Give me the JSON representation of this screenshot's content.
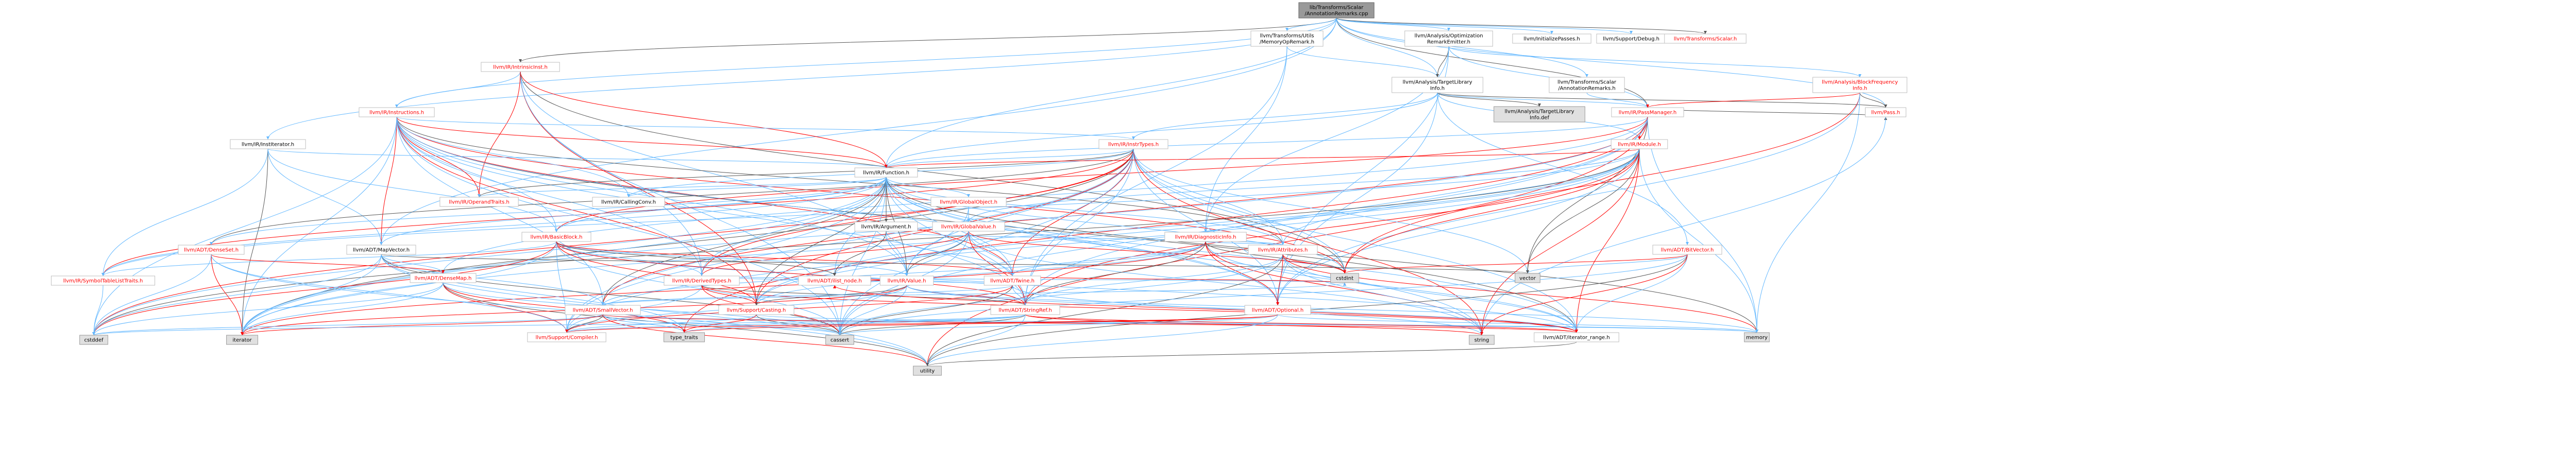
{
  "colors": {
    "root_fill": "#999999",
    "node_fill": "#ffffff",
    "node_stroke": "#bfbfbf",
    "missing_fill": "#e0e0e0",
    "missing_stroke": "#999999",
    "red_text": "#ff0000",
    "edge_default": "#63b8ff"
  },
  "nodes": [
    {
      "id": "root",
      "lines": [
        "lib/Transforms/Scalar",
        "/AnnotationRemarks.cpp"
      ],
      "kind": "root"
    },
    {
      "id": "intrinsic",
      "lines": [
        "llvm/IR/IntrinsicInst.h"
      ],
      "kind": "red"
    },
    {
      "id": "utilsmem",
      "lines": [
        "llvm/Transforms/Utils",
        "/MemoryOpRemark.h"
      ],
      "kind": "plain"
    },
    {
      "id": "optremark",
      "lines": [
        "llvm/Analysis/Optimization",
        "RemarkEmitter.h"
      ],
      "kind": "plain"
    },
    {
      "id": "initpasses",
      "lines": [
        "llvm/InitializePasses.h"
      ],
      "kind": "plain"
    },
    {
      "id": "debug",
      "lines": [
        "llvm/Support/Debug.h"
      ],
      "kind": "plain"
    },
    {
      "id": "scalar",
      "lines": [
        "llvm/Transforms/Scalar.h"
      ],
      "kind": "red"
    },
    {
      "id": "tli",
      "lines": [
        "llvm/Analysis/TargetLibrary",
        "Info.h"
      ],
      "kind": "plain"
    },
    {
      "id": "annrem",
      "lines": [
        "llvm/Transforms/Scalar",
        "/AnnotationRemarks.h"
      ],
      "kind": "plain"
    },
    {
      "id": "bfi",
      "lines": [
        "llvm/Analysis/BlockFrequency",
        "Info.h"
      ],
      "kind": "red"
    },
    {
      "id": "instructions",
      "lines": [
        "llvm/IR/Instructions.h"
      ],
      "kind": "red"
    },
    {
      "id": "tlidef",
      "lines": [
        "llvm/Analysis/TargetLibrary",
        "Info.def"
      ],
      "kind": "missing"
    },
    {
      "id": "passmanager",
      "lines": [
        "llvm/IR/PassManager.h"
      ],
      "kind": "red"
    },
    {
      "id": "pass",
      "lines": [
        "llvm/Pass.h"
      ],
      "kind": "red"
    },
    {
      "id": "institer",
      "lines": [
        "llvm/IR/InstIterator.h"
      ],
      "kind": "plain"
    },
    {
      "id": "insttypes",
      "lines": [
        "llvm/IR/InstrTypes.h"
      ],
      "kind": "red"
    },
    {
      "id": "module",
      "lines": [
        "llvm/IR/Module.h"
      ],
      "kind": "red"
    },
    {
      "id": "function",
      "lines": [
        "llvm/IR/Function.h"
      ],
      "kind": "plain"
    },
    {
      "id": "optraits",
      "lines": [
        "llvm/IR/OperandTraits.h"
      ],
      "kind": "red"
    },
    {
      "id": "callconv",
      "lines": [
        "llvm/IR/CallingConv.h"
      ],
      "kind": "plain"
    },
    {
      "id": "globalobj",
      "lines": [
        "llvm/IR/GlobalObject.h"
      ],
      "kind": "red"
    },
    {
      "id": "globalval",
      "lines": [
        "llvm/IR/GlobalValue.h"
      ],
      "kind": "red"
    },
    {
      "id": "argument",
      "lines": [
        "llvm/IR/Argument.h"
      ],
      "kind": "plain"
    },
    {
      "id": "basicblock",
      "lines": [
        "llvm/IR/BasicBlock.h"
      ],
      "kind": "red"
    },
    {
      "id": "diaginfo",
      "lines": [
        "llvm/IR/DiagnosticInfo.h"
      ],
      "kind": "red"
    },
    {
      "id": "attributes",
      "lines": [
        "llvm/IR/Attributes.h"
      ],
      "kind": "red"
    },
    {
      "id": "bitvector",
      "lines": [
        "llvm/ADT/BitVector.h"
      ],
      "kind": "red"
    },
    {
      "id": "mapvector",
      "lines": [
        "llvm/ADT/MapVector.h"
      ],
      "kind": "plain"
    },
    {
      "id": "densemap",
      "lines": [
        "llvm/ADT/DenseMap.h"
      ],
      "kind": "red"
    },
    {
      "id": "denseset",
      "lines": [
        "llvm/ADT/DenseSet.h"
      ],
      "kind": "red"
    },
    {
      "id": "symtab",
      "lines": [
        "llvm/IR/SymbolTableListTraits.h"
      ],
      "kind": "red"
    },
    {
      "id": "derivedtypes",
      "lines": [
        "llvm/IR/DerivedTypes.h"
      ],
      "kind": "red"
    },
    {
      "id": "ilistnode",
      "lines": [
        "llvm/ADT/ilist_node.h"
      ],
      "kind": "red"
    },
    {
      "id": "value",
      "lines": [
        "llvm/IR/Value.h"
      ],
      "kind": "red"
    },
    {
      "id": "twine",
      "lines": [
        "llvm/ADT/Twine.h"
      ],
      "kind": "red"
    },
    {
      "id": "smallvector",
      "lines": [
        "llvm/ADT/SmallVector.h"
      ],
      "kind": "red"
    },
    {
      "id": "casting",
      "lines": [
        "llvm/Support/Casting.h"
      ],
      "kind": "red"
    },
    {
      "id": "stringref",
      "lines": [
        "llvm/ADT/StringRef.h"
      ],
      "kind": "red"
    },
    {
      "id": "optional",
      "lines": [
        "llvm/ADT/Optional.h"
      ],
      "kind": "red"
    },
    {
      "id": "iterrange",
      "lines": [
        "llvm/ADT/iterator_range.h"
      ],
      "kind": "plain"
    },
    {
      "id": "compiler",
      "lines": [
        "llvm/Support/Compiler.h"
      ],
      "kind": "red"
    },
    {
      "id": "cstddef",
      "lines": [
        "cstddef"
      ],
      "kind": "missing"
    },
    {
      "id": "iterator",
      "lines": [
        "iterator"
      ],
      "kind": "missing"
    },
    {
      "id": "typetraits",
      "lines": [
        "type_traits"
      ],
      "kind": "missing"
    },
    {
      "id": "cassert",
      "lines": [
        "cassert"
      ],
      "kind": "missing"
    },
    {
      "id": "utility",
      "lines": [
        "utility"
      ],
      "kind": "missing"
    },
    {
      "id": "cstdint",
      "lines": [
        "cstdint"
      ],
      "kind": "missing"
    },
    {
      "id": "vector",
      "lines": [
        "vector"
      ],
      "kind": "missing"
    },
    {
      "id": "string",
      "lines": [
        "string"
      ],
      "kind": "missing"
    },
    {
      "id": "memory",
      "lines": [
        "memory"
      ],
      "kind": "missing"
    }
  ],
  "edges": [
    [
      "root",
      "intrinsic"
    ],
    [
      "root",
      "utilsmem"
    ],
    [
      "root",
      "optremark"
    ],
    [
      "root",
      "initpasses"
    ],
    [
      "root",
      "debug"
    ],
    [
      "root",
      "scalar"
    ],
    [
      "root",
      "annrem"
    ],
    [
      "root",
      "institer"
    ],
    [
      "root",
      "function"
    ],
    [
      "root",
      "pass"
    ],
    [
      "root",
      "passmanager"
    ],
    [
      "root",
      "instructions"
    ],
    [
      "root",
      "tli"
    ],
    [
      "root",
      "mapvector"
    ],
    [
      "intrinsic",
      "instructions"
    ],
    [
      "intrinsic",
      "function"
    ],
    [
      "intrinsic",
      "derivedtypes"
    ],
    [
      "intrinsic",
      "value"
    ],
    [
      "intrinsic",
      "casting"
    ],
    [
      "intrinsic",
      "cassert"
    ],
    [
      "intrinsic",
      "cstdint"
    ],
    [
      "intrinsic",
      "optraits"
    ],
    [
      "utilsmem",
      "tli"
    ],
    [
      "utilsmem",
      "diaginfo"
    ],
    [
      "utilsmem",
      "stringref"
    ],
    [
      "optremark",
      "tli"
    ],
    [
      "optremark",
      "bfi"
    ],
    [
      "optremark",
      "diaginfo"
    ],
    [
      "optremark",
      "passmanager"
    ],
    [
      "optremark",
      "optional"
    ],
    [
      "tli",
      "tlidef"
    ],
    [
      "tli",
      "passmanager"
    ],
    [
      "tli",
      "module"
    ],
    [
      "tli",
      "insttypes"
    ],
    [
      "tli",
      "function"
    ],
    [
      "tli",
      "pass"
    ],
    [
      "tli",
      "optional"
    ],
    [
      "tli",
      "bitvector"
    ],
    [
      "annrem",
      "passmanager"
    ],
    [
      "bfi",
      "passmanager"
    ],
    [
      "bfi",
      "pass"
    ],
    [
      "bfi",
      "memory"
    ],
    [
      "bfi",
      "cstdint"
    ],
    [
      "bfi",
      "optional"
    ],
    [
      "instructions",
      "insttypes"
    ],
    [
      "instructions",
      "function"
    ],
    [
      "instructions",
      "basicblock"
    ],
    [
      "instructions",
      "derivedtypes"
    ],
    [
      "instructions",
      "optraits"
    ],
    [
      "instructions",
      "value"
    ],
    [
      "instructions",
      "attributes"
    ],
    [
      "instructions",
      "twine"
    ],
    [
      "instructions",
      "stringref"
    ],
    [
      "instructions",
      "smallvector"
    ],
    [
      "instructions",
      "casting"
    ],
    [
      "instructions",
      "iterrange"
    ],
    [
      "instructions",
      "optional"
    ],
    [
      "instructions",
      "mapvector"
    ],
    [
      "instructions",
      "cassert"
    ],
    [
      "instructions",
      "cstddef"
    ],
    [
      "instructions",
      "cstdint"
    ],
    [
      "instructions",
      "iterator"
    ],
    [
      "instructions",
      "callconv"
    ],
    [
      "passmanager",
      "module"
    ],
    [
      "passmanager",
      "function"
    ],
    [
      "passmanager",
      "pass"
    ],
    [
      "passmanager",
      "smallvector"
    ],
    [
      "passmanager",
      "densemap"
    ],
    [
      "passmanager",
      "stringref"
    ],
    [
      "passmanager",
      "typetraits"
    ],
    [
      "passmanager",
      "vector"
    ],
    [
      "passmanager",
      "memory"
    ],
    [
      "passmanager",
      "utility"
    ],
    [
      "passmanager",
      "cassert"
    ],
    [
      "passmanager",
      "iterator"
    ],
    [
      "passmanager",
      "basicblock"
    ],
    [
      "pass",
      "string"
    ],
    [
      "institer",
      "function"
    ],
    [
      "institer",
      "basicblock"
    ],
    [
      "institer",
      "symtab"
    ],
    [
      "institer",
      "iterator"
    ],
    [
      "institer",
      "mapvector"
    ],
    [
      "insttypes",
      "function"
    ],
    [
      "insttypes",
      "attributes"
    ],
    [
      "insttypes",
      "derivedtypes"
    ],
    [
      "insttypes",
      "optraits"
    ],
    [
      "insttypes",
      "value"
    ],
    [
      "insttypes",
      "twine"
    ],
    [
      "insttypes",
      "stringref"
    ],
    [
      "insttypes",
      "optional"
    ],
    [
      "insttypes",
      "casting"
    ],
    [
      "insttypes",
      "iterrange"
    ],
    [
      "insttypes",
      "cassert"
    ],
    [
      "insttypes",
      "cstddef"
    ],
    [
      "insttypes",
      "cstdint"
    ],
    [
      "insttypes",
      "iterator"
    ],
    [
      "insttypes",
      "string"
    ],
    [
      "insttypes",
      "vector"
    ],
    [
      "insttypes",
      "callconv"
    ],
    [
      "insttypes",
      "symtab"
    ],
    [
      "insttypes",
      "denseset"
    ],
    [
      "insttypes",
      "compiler"
    ],
    [
      "module",
      "function"
    ],
    [
      "module",
      "attributes"
    ],
    [
      "module",
      "globalval"
    ],
    [
      "module",
      "stringref"
    ],
    [
      "module",
      "casting"
    ],
    [
      "module",
      "compiler"
    ],
    [
      "module",
      "iterrange"
    ],
    [
      "module",
      "optional"
    ],
    [
      "module",
      "cstddef"
    ],
    [
      "module",
      "cstdint"
    ],
    [
      "module",
      "iterator"
    ],
    [
      "module",
      "memory"
    ],
    [
      "module",
      "string"
    ],
    [
      "module",
      "vector"
    ],
    [
      "module",
      "symtab"
    ],
    [
      "function",
      "optraits"
    ],
    [
      "function",
      "callconv"
    ],
    [
      "function",
      "globalobj"
    ],
    [
      "function",
      "argument"
    ],
    [
      "function",
      "basicblock"
    ],
    [
      "function",
      "attributes"
    ],
    [
      "function",
      "derivedtypes"
    ],
    [
      "function",
      "symtab"
    ],
    [
      "function",
      "value"
    ],
    [
      "function",
      "twine"
    ],
    [
      "function",
      "stringref"
    ],
    [
      "function",
      "ilistnode"
    ],
    [
      "function",
      "iterrange"
    ],
    [
      "function",
      "casting"
    ],
    [
      "function",
      "compiler"
    ],
    [
      "function",
      "cassert"
    ],
    [
      "function",
      "cstddef"
    ],
    [
      "function",
      "cstdint"
    ],
    [
      "function",
      "memory"
    ],
    [
      "function",
      "string"
    ],
    [
      "function",
      "denseset"
    ],
    [
      "function",
      "optional"
    ],
    [
      "function",
      "mapvector"
    ],
    [
      "function",
      "smallvector"
    ],
    [
      "function",
      "iterator"
    ],
    [
      "globalobj",
      "globalval"
    ],
    [
      "globalobj",
      "value"
    ],
    [
      "globalval",
      "derivedtypes"
    ],
    [
      "globalval",
      "value"
    ],
    [
      "globalval",
      "twine"
    ],
    [
      "globalval",
      "stringref"
    ],
    [
      "globalval",
      "casting"
    ],
    [
      "globalval",
      "cassert"
    ],
    [
      "globalval",
      "cstdint"
    ],
    [
      "globalval",
      "string"
    ],
    [
      "globalval",
      "ilistnode"
    ],
    [
      "argument",
      "value"
    ],
    [
      "argument",
      "twine"
    ],
    [
      "argument",
      "ilistnode"
    ],
    [
      "argument",
      "attributes"
    ],
    [
      "basicblock",
      "symtab"
    ],
    [
      "basicblock",
      "value"
    ],
    [
      "basicblock",
      "twine"
    ],
    [
      "basicblock",
      "ilistnode"
    ],
    [
      "basicblock",
      "iterrange"
    ],
    [
      "basicblock",
      "casting"
    ],
    [
      "basicblock",
      "compiler"
    ],
    [
      "basicblock",
      "cassert"
    ],
    [
      "basicblock",
      "cstddef"
    ],
    [
      "basicblock",
      "iterator"
    ],
    [
      "basicblock",
      "derivedtypes"
    ],
    [
      "basicblock",
      "stringref"
    ],
    [
      "diaginfo",
      "twine"
    ],
    [
      "diaginfo",
      "stringref"
    ],
    [
      "diaginfo",
      "optional"
    ],
    [
      "diaginfo",
      "iterrange"
    ],
    [
      "diaginfo",
      "casting"
    ],
    [
      "diaginfo",
      "string"
    ],
    [
      "diaginfo",
      "cstdint"
    ],
    [
      "diaginfo",
      "smallvector"
    ],
    [
      "diaginfo",
      "iterator"
    ],
    [
      "diaginfo",
      "attributes"
    ],
    [
      "attributes",
      "stringref"
    ],
    [
      "attributes",
      "optional"
    ],
    [
      "attributes",
      "iterrange"
    ],
    [
      "attributes",
      "cassert"
    ],
    [
      "attributes",
      "cstdint"
    ],
    [
      "attributes",
      "string"
    ],
    [
      "attributes",
      "utility"
    ],
    [
      "attributes",
      "memory"
    ],
    [
      "bitvector",
      "iterrange"
    ],
    [
      "bitvector",
      "cassert"
    ],
    [
      "bitvector",
      "cstdint"
    ],
    [
      "bitvector",
      "utility"
    ],
    [
      "bitvector",
      "vector"
    ],
    [
      "bitvector",
      "string"
    ],
    [
      "mapvector",
      "densemap"
    ],
    [
      "mapvector",
      "smallvector"
    ],
    [
      "mapvector",
      "cassert"
    ],
    [
      "mapvector",
      "cstddef"
    ],
    [
      "mapvector",
      "iterator"
    ],
    [
      "mapvector",
      "typetraits"
    ],
    [
      "mapvector",
      "utility"
    ],
    [
      "mapvector",
      "vector"
    ],
    [
      "densemap",
      "compiler"
    ],
    [
      "densemap",
      "cstddef"
    ],
    [
      "densemap",
      "iterator"
    ],
    [
      "densemap",
      "typetraits"
    ],
    [
      "densemap",
      "utility"
    ],
    [
      "densemap",
      "cassert"
    ],
    [
      "denseset",
      "densemap"
    ],
    [
      "denseset",
      "compiler"
    ],
    [
      "denseset",
      "cstddef"
    ],
    [
      "denseset",
      "iterator"
    ],
    [
      "denseset",
      "utility"
    ],
    [
      "symtab",
      "cstddef"
    ],
    [
      "derivedtypes",
      "casting"
    ],
    [
      "derivedtypes",
      "compiler"
    ],
    [
      "derivedtypes",
      "stringref"
    ],
    [
      "derivedtypes",
      "cassert"
    ],
    [
      "derivedtypes",
      "cstdint"
    ],
    [
      "derivedtypes",
      "twine"
    ],
    [
      "derivedtypes",
      "iterrange"
    ],
    [
      "value",
      "casting"
    ],
    [
      "value",
      "compiler"
    ],
    [
      "value",
      "stringref"
    ],
    [
      "value",
      "iterrange"
    ],
    [
      "value",
      "cassert"
    ],
    [
      "value",
      "iterator"
    ],
    [
      "value",
      "memory"
    ],
    [
      "value",
      "twine"
    ],
    [
      "value",
      "ilistnode"
    ],
    [
      "twine",
      "stringref"
    ],
    [
      "twine",
      "cassert"
    ],
    [
      "twine",
      "cstdint"
    ],
    [
      "twine",
      "string"
    ],
    [
      "twine",
      "smallvector"
    ],
    [
      "twine",
      "compiler"
    ],
    [
      "smallvector",
      "compiler"
    ],
    [
      "smallvector",
      "typetraits"
    ],
    [
      "smallvector",
      "utility"
    ],
    [
      "smallvector",
      "cassert"
    ],
    [
      "smallvector",
      "cstddef"
    ],
    [
      "smallvector",
      "iterator"
    ],
    [
      "smallvector",
      "memory"
    ],
    [
      "smallvector",
      "cstdint"
    ],
    [
      "smallvector",
      "iterrange"
    ],
    [
      "casting",
      "compiler"
    ],
    [
      "casting",
      "cassert"
    ],
    [
      "casting",
      "typetraits"
    ],
    [
      "casting",
      "memory"
    ],
    [
      "stringref",
      "compiler"
    ],
    [
      "stringref",
      "iterrange"
    ],
    [
      "stringref",
      "cassert"
    ],
    [
      "stringref",
      "cstddef"
    ],
    [
      "stringref",
      "string"
    ],
    [
      "stringref",
      "typetraits"
    ],
    [
      "stringref",
      "utility"
    ],
    [
      "optional",
      "compiler"
    ],
    [
      "optional",
      "cassert"
    ],
    [
      "optional",
      "utility"
    ],
    [
      "optional",
      "typetraits"
    ],
    [
      "optional",
      "memory"
    ],
    [
      "iterrange",
      "utility"
    ],
    [
      "ilistnode",
      "iterrange"
    ]
  ]
}
